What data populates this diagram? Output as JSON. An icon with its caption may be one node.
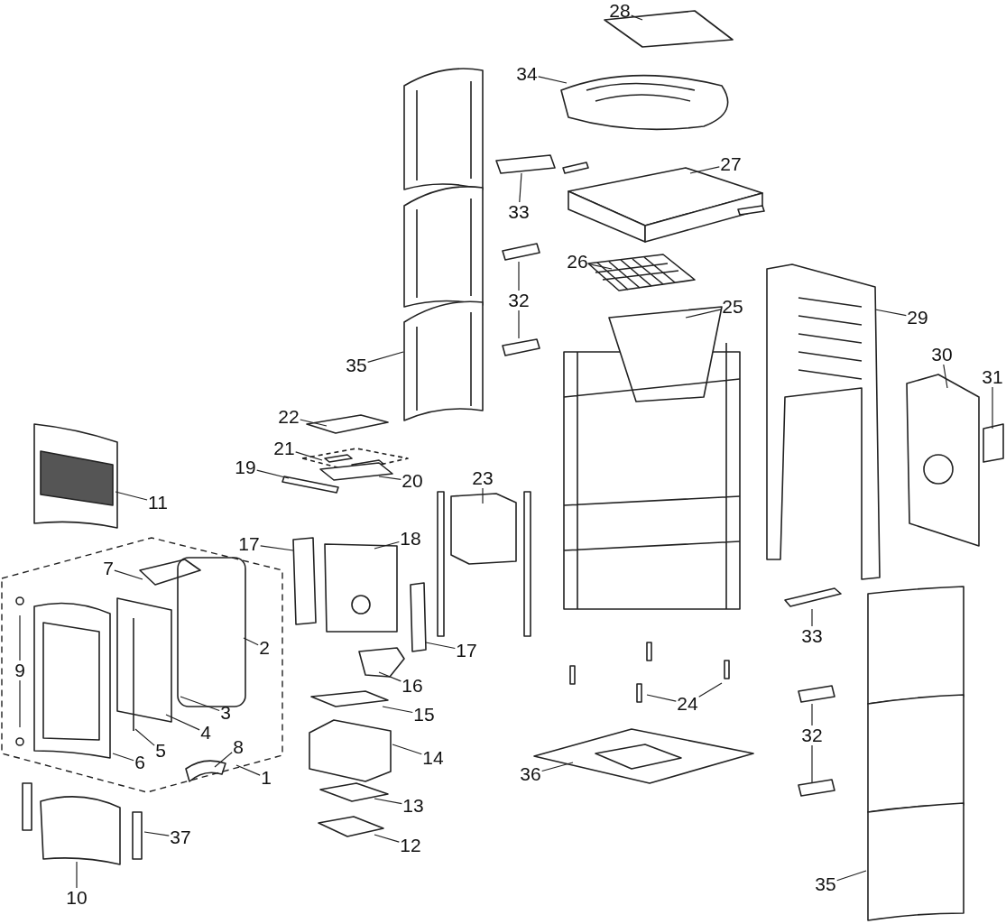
{
  "diagram": {
    "nodes": [
      {
        "text": [
          "28"
        ]
      },
      {
        "text": [
          "34"
        ]
      },
      {
        "text": [
          "27"
        ]
      },
      {
        "text": [
          "33"
        ]
      },
      {
        "text": [
          "26"
        ]
      },
      {
        "text": [
          "32"
        ]
      },
      {
        "text": [
          "25"
        ]
      },
      {
        "text": [
          "29"
        ]
      },
      {
        "text": [
          "35"
        ]
      },
      {
        "text": [
          "30"
        ]
      },
      {
        "text": [
          "31"
        ]
      },
      {
        "text": [
          "22"
        ]
      },
      {
        "text": [
          "21"
        ]
      },
      {
        "text": [
          "11"
        ]
      },
      {
        "text": [
          "19"
        ]
      },
      {
        "text": [
          "20"
        ]
      },
      {
        "text": [
          "23"
        ]
      },
      {
        "text": [
          "17"
        ]
      },
      {
        "text": [
          "18"
        ]
      },
      {
        "text": [],
        "shape": "box"
      },
      {
        "text": [
          "7"
        ],
        "in": 19
      },
      {
        "text": [
          "2"
        ],
        "in": 19
      },
      {
        "text": [
          "17"
        ]
      },
      {
        "text": [
          "33"
        ]
      },
      {
        "text": [
          "9"
        ],
        "in": 19
      },
      {
        "text": [
          "16"
        ]
      },
      {
        "text": [
          "3"
        ],
        "in": 19
      },
      {
        "text": [
          "24"
        ]
      },
      {
        "text": [
          "15"
        ]
      },
      {
        "text": [
          "4"
        ],
        "in": 19
      },
      {
        "text": [
          "8"
        ],
        "in": 19
      },
      {
        "text": [
          "5"
        ],
        "in": 19
      },
      {
        "text": [
          "32"
        ]
      },
      {
        "text": [
          "6"
        ],
        "in": 19
      },
      {
        "text": [
          "1"
        ]
      },
      {
        "text": [
          "36"
        ]
      },
      {
        "text": [
          "14"
        ]
      },
      {
        "text": [
          "13"
        ]
      },
      {
        "text": [
          "12"
        ]
      },
      {
        "text": [
          "37"
        ]
      },
      {
        "text": [
          "10"
        ]
      },
      {
        "text": [
          "35"
        ]
      }
    ],
    "edges": [
      {
        "from": 0,
        "to": null,
        "arrow": "none"
      },
      {
        "from": 1,
        "to": null,
        "arrow": "none"
      },
      {
        "from": 2,
        "to": null,
        "arrow": "none"
      },
      {
        "from": 3,
        "to": null,
        "arrow": "none"
      },
      {
        "from": 4,
        "to": null,
        "arrow": "none"
      },
      {
        "from": 5,
        "to": null,
        "arrow": "none"
      },
      {
        "from": 5,
        "to": null,
        "arrow": "none"
      },
      {
        "from": 6,
        "to": null,
        "arrow": "none"
      },
      {
        "from": 7,
        "to": null,
        "arrow": "none"
      },
      {
        "from": 8,
        "to": null,
        "arrow": "none"
      },
      {
        "from": 9,
        "to": null,
        "arrow": "none"
      },
      {
        "from": 10,
        "to": null,
        "arrow": "none"
      },
      {
        "from": 11,
        "to": null,
        "arrow": "none"
      },
      {
        "from": 12,
        "to": null,
        "arrow": "none"
      },
      {
        "from": 13,
        "to": null,
        "arrow": "none"
      },
      {
        "from": 14,
        "to": null,
        "arrow": "none"
      },
      {
        "from": 15,
        "to": null,
        "arrow": "none"
      },
      {
        "from": 16,
        "to": null,
        "arrow": "none"
      },
      {
        "from": 17,
        "to": null,
        "arrow": "none"
      },
      {
        "from": 18,
        "to": null,
        "arrow": "none"
      },
      {
        "from": 20,
        "to": null,
        "arrow": "none"
      },
      {
        "from": 21,
        "to": null,
        "arrow": "none"
      },
      {
        "from": 22,
        "to": null,
        "arrow": "none"
      },
      {
        "from": 23,
        "to": null,
        "arrow": "none"
      },
      {
        "from": 24,
        "to": null,
        "arrow": "none"
      },
      {
        "from": 24,
        "to": null,
        "arrow": "none"
      },
      {
        "from": 25,
        "to": null,
        "arrow": "none"
      },
      {
        "from": 26,
        "to": null,
        "arrow": "none"
      },
      {
        "from": 27,
        "to": null,
        "arrow": "none"
      },
      {
        "from": 27,
        "to": null,
        "arrow": "none"
      },
      {
        "from": 28,
        "to": null,
        "arrow": "none"
      },
      {
        "from": 29,
        "to": null,
        "arrow": "none"
      },
      {
        "from": 30,
        "to": null,
        "arrow": "none"
      },
      {
        "from": 31,
        "to": null,
        "arrow": "none"
      },
      {
        "from": 32,
        "to": null,
        "arrow": "none"
      },
      {
        "from": 32,
        "to": null,
        "arrow": "none"
      },
      {
        "from": 33,
        "to": null,
        "arrow": "none"
      },
      {
        "from": 34,
        "to": 19,
        "arrow": "none"
      },
      {
        "from": 35,
        "to": null,
        "arrow": "none"
      },
      {
        "from": 36,
        "to": null,
        "arrow": "none"
      },
      {
        "from": 37,
        "to": null,
        "arrow": "none"
      },
      {
        "from": 38,
        "to": null,
        "arrow": "none"
      },
      {
        "from": 39,
        "to": null,
        "arrow": "none"
      },
      {
        "from": 40,
        "to": null,
        "arrow": "none"
      },
      {
        "from": 41,
        "to": null,
        "arrow": "none"
      }
    ]
  }
}
